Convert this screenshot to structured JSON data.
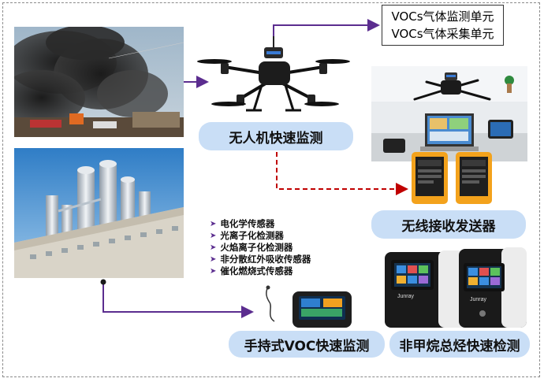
{
  "unit_box": {
    "line1": "VOCs气体监测单元",
    "line2": "VOCs气体采集单元"
  },
  "labels": {
    "drone_monitoring": "无人机快速监测",
    "wireless_transceiver": "无线接收发送器",
    "handheld_voc": "手持式VOC快速监测",
    "nmhc_detection": "非甲烷总烃快速检测"
  },
  "sensors": [
    {
      "label": "电化学传感器"
    },
    {
      "label": "光离子化检测器"
    },
    {
      "label": "火焰离子化检测器"
    },
    {
      "label": "非分散红外吸收传感器"
    },
    {
      "label": "催化燃烧式传感器"
    }
  ],
  "device_brand": "Junray",
  "colors": {
    "pill_bg": "#c9def6",
    "arrow_purple": "#5b2d8f",
    "arrow_red": "#c00000"
  }
}
